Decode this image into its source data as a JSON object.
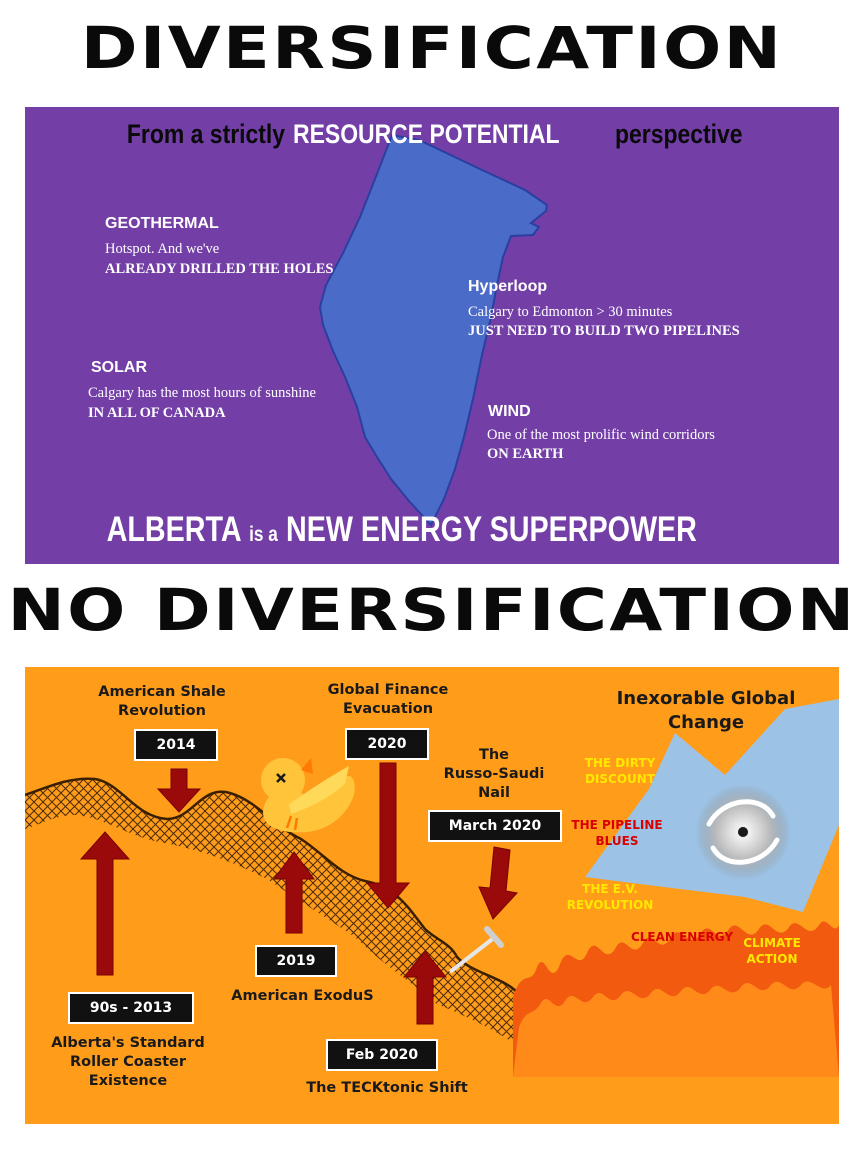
{
  "headings": {
    "top": "DIVERSIFICATION",
    "bottom": "NO DIVERSIFICATION"
  },
  "diversification_panel": {
    "title_part1": "From a strictly",
    "title_part2": "RESOURCE POTENTIAL",
    "title_part3": "perspective",
    "resources": [
      {
        "name": "GEOTHERMAL",
        "line1": "Hotspot. And we've",
        "line2": "ALREADY DRILLED THE HOLES"
      },
      {
        "name": "Hyperloop",
        "line1": "Calgary to Edmonton > 30 minutes",
        "line2": "JUST NEED TO BUILD TWO PIPELINES"
      },
      {
        "name": "SOLAR",
        "line1": "Calgary has the most hours of sunshine",
        "line2": "IN ALL OF CANADA"
      },
      {
        "name": "WIND",
        "line1": "One of the most prolific wind corridors",
        "line2": "ON EARTH"
      }
    ],
    "footer_part1": "ALBERTA",
    "footer_part2": "is a",
    "footer_part3": "NEW ENERGY SUPERPOWER",
    "colors": {
      "background": "#733fa6",
      "province": "#4a6bc7"
    }
  },
  "no_diversification_panel": {
    "events": [
      {
        "year": "90s - 2013",
        "caption": "Alberta's Standard\nRoller Coaster\nExistence"
      },
      {
        "year": "2014",
        "caption": "American Shale\nRevolution"
      },
      {
        "year": "2019",
        "caption": "American ExoduS"
      },
      {
        "year": "2020",
        "caption": "Global Finance\nEvacuation"
      },
      {
        "year": "March 2020",
        "caption": "The\nRusso-Saudi\nNail"
      },
      {
        "year": "Feb 2020",
        "caption": "The TECKtonic Shift"
      }
    ],
    "global_change_title": "Inexorable Global\nChange",
    "forces": [
      {
        "label": "THE DIRTY\nDISCOUNT",
        "color": "yellow"
      },
      {
        "label": "THE PIPELINE\nBLUES",
        "color": "red"
      },
      {
        "label": "THE E.V.\nREVOLUTION",
        "color": "yellow"
      },
      {
        "label": "CLEAN ENERGY",
        "color": "red"
      },
      {
        "label": "CLIMATE\nACTION",
        "color": "yellow"
      }
    ],
    "icons": [
      "dead-bird-icon",
      "hurricane-icon",
      "nail-icon",
      "fire-icon",
      "roller-coaster-icon"
    ],
    "colors": {
      "background": "#ff9c1a",
      "arrow": "#9b0a0a",
      "big_arrow": "#9cc3e6"
    }
  }
}
